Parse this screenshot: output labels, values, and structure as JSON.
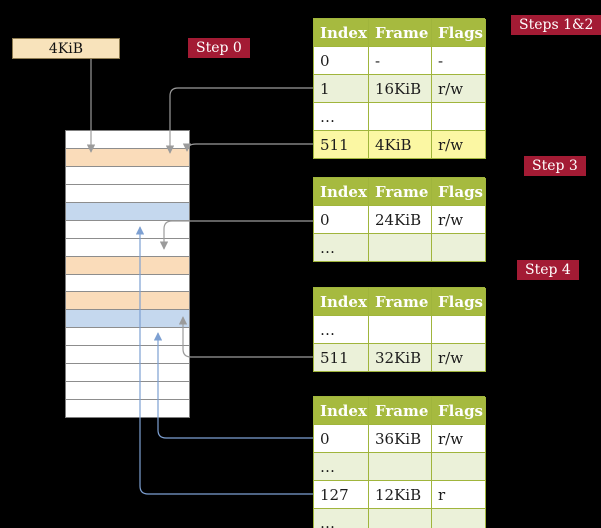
{
  "frame_pointer": {
    "label": "4KiB"
  },
  "badges": {
    "step0": "Step 0",
    "steps12": "Steps 1&2",
    "step3": "Step 3",
    "step4": "Step 4"
  },
  "memory_rows": [
    "free",
    "pagetable",
    "free",
    "free",
    "mapped",
    "free",
    "free",
    "pagetable",
    "free",
    "pagetable",
    "mapped",
    "free",
    "free",
    "free",
    "free",
    "free"
  ],
  "tables": [
    {
      "headers": [
        "Index",
        "Frame",
        "Flags"
      ],
      "rows": [
        [
          "0",
          "-",
          "-"
        ],
        [
          "1",
          "16KiB",
          "r/w"
        ],
        [
          "…",
          "",
          ""
        ],
        [
          "511",
          "4KiB",
          "r/w"
        ]
      ],
      "highlight_row": 3
    },
    {
      "headers": [
        "Index",
        "Frame",
        "Flags"
      ],
      "rows": [
        [
          "0",
          "24KiB",
          "r/w"
        ],
        [
          "…",
          "",
          ""
        ]
      ]
    },
    {
      "headers": [
        "Index",
        "Frame",
        "Flags"
      ],
      "rows": [
        [
          "…",
          "",
          ""
        ],
        [
          "511",
          "32KiB",
          "r/w"
        ]
      ]
    },
    {
      "headers": [
        "Index",
        "Frame",
        "Flags"
      ],
      "rows": [
        [
          "0",
          "36KiB",
          "r/w"
        ],
        [
          "…",
          "",
          ""
        ],
        [
          "127",
          "12KiB",
          "r"
        ],
        [
          "…",
          "",
          ""
        ]
      ]
    }
  ],
  "colors": {
    "background": "#000000",
    "badge_bg": "#a31b34",
    "badge_text": "#ffffff",
    "table_header_bg": "#a6ba3f",
    "table_border": "#a0b53c",
    "row_alt_bg": "#ebf1d9",
    "row_highlight_bg": "#fbf7a3",
    "frame_pagetable_bg": "#fadcba",
    "frame_mapped_bg": "#c5d8ee",
    "frame_pointer_bg": "#f8e3bb",
    "arrow_gray": "#9b9b9b",
    "arrow_blue": "#7da0d2"
  }
}
